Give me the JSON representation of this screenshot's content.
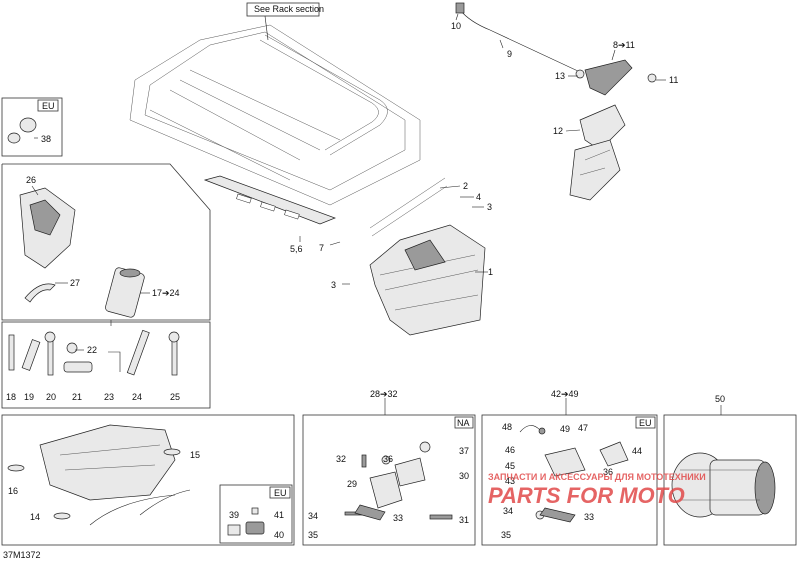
{
  "diagram_code": "37M1372",
  "rack_note": "See Rack section",
  "region_tags": {
    "eu1": "EU",
    "eu2": "EU",
    "eu3": "EU",
    "na": "NA"
  },
  "group_labels": {
    "g28": "28➔32",
    "g42": "42➔49",
    "g50": "50"
  },
  "callouts": [
    "1",
    "2",
    "3",
    "3",
    "4",
    "5,6",
    "7",
    "8➔11",
    "9",
    "10",
    "11",
    "12",
    "13",
    "14",
    "15",
    "16",
    "17➔24",
    "18",
    "19",
    "20",
    "21",
    "22",
    "23",
    "24",
    "25",
    "26",
    "27",
    "29",
    "30",
    "31",
    "32",
    "33",
    "33",
    "34",
    "34",
    "35",
    "35",
    "36",
    "36",
    "37",
    "38",
    "39",
    "40",
    "41",
    "43",
    "44",
    "45",
    "46",
    "47",
    "48",
    "49"
  ],
  "watermark": {
    "line1": "ЗАПЧАСТИ И АКСЕССУАРЫ ДЛЯ МОТОТЕХНИКИ",
    "line2": "PARTS FOR MOTO",
    "color": "#e14a4a"
  }
}
